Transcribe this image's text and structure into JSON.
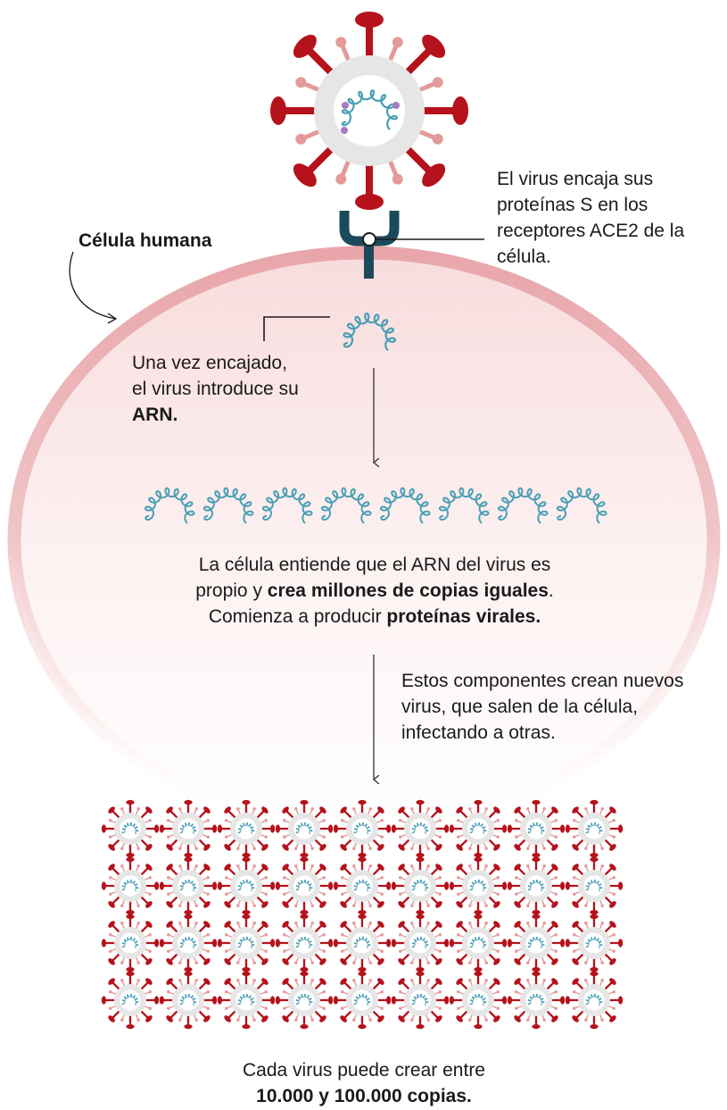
{
  "cell": {
    "label": "Célula humana"
  },
  "notes": {
    "virus_attach": "El virus encaja sus proteínas S en los receptores ACE2 de la célula.",
    "arn_intro_1": "Una vez encajado,",
    "arn_intro_2": "el virus introduce su",
    "arn_intro_bold": "ARN.",
    "copies_1a": "La célula entiende que el ARN del virus es",
    "copies_2a": "propio y ",
    "copies_2b": "crea millones de copias iguales",
    "copies_2c": ".",
    "copies_3a": "Comienza a producir ",
    "copies_3b": "proteínas virales.",
    "spread": "Estos componentes crean nuevos virus, que salen de la célula, infectando a otras.",
    "bottom_1": "Cada virus puede crear entre",
    "bottom_2": "10.000 y 100.000 copias."
  },
  "edge_mark": ")",
  "colors": {
    "spike": "#b5121b",
    "spike_light": "#e49a9a",
    "virus_body": "#e6e6e6",
    "rna": "#4a9fb5",
    "protein_dot": "#a57bc4",
    "receptor": "#1d4a5a",
    "cell_membrane": "#e8a9ad",
    "cell_fill": "#fbeaeb",
    "arrow": "#333333"
  },
  "icons": {
    "virus": "coronavirus-icon",
    "rna_strand": "rna-strand-icon",
    "receptor": "ace2-receptor-icon",
    "arrow": "down-arrow-icon"
  },
  "grid": {
    "rna_copies": 8,
    "virus_rows": 4,
    "virus_cols": 9
  }
}
